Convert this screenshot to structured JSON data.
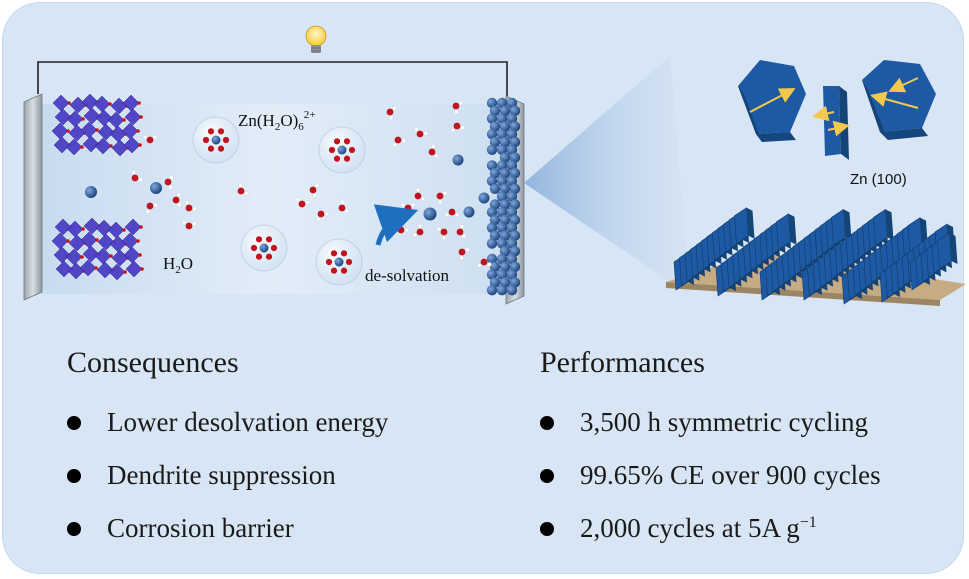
{
  "labels": {
    "complex_formula": "Zn(H",
    "complex_formula_tail": "O)",
    "complex_sub2": "2",
    "complex_sub6": "6",
    "complex_charge": "2+",
    "water_formula": "H",
    "water_sub": "2",
    "water_tail": "O",
    "desolvation": "de-solvation",
    "crystal_plane": "Zn (100)"
  },
  "consequences": {
    "heading": "Consequences",
    "items": [
      {
        "text": "Lower desolvation energy"
      },
      {
        "text": "Dendrite suppression"
      },
      {
        "text": "Corrosion barrier"
      }
    ]
  },
  "performances": {
    "heading": "Performances",
    "items": [
      {
        "text": "3,500 h symmetric cycling"
      },
      {
        "text": "99.65% CE over 900 cycles"
      },
      {
        "text": "2,000 cycles at 5A g",
        "sup": "−1"
      }
    ]
  },
  "icons": [
    "light-bulb-icon",
    "curved-arrow-icon"
  ],
  "colors": {
    "panel_background": "#d7e5f4",
    "zinc_blue": "#1f5a9e",
    "oxygen_red": "#c0141e",
    "cathode_purple": "#4b3fc4",
    "arrow_yellow": "#f2c94c"
  }
}
